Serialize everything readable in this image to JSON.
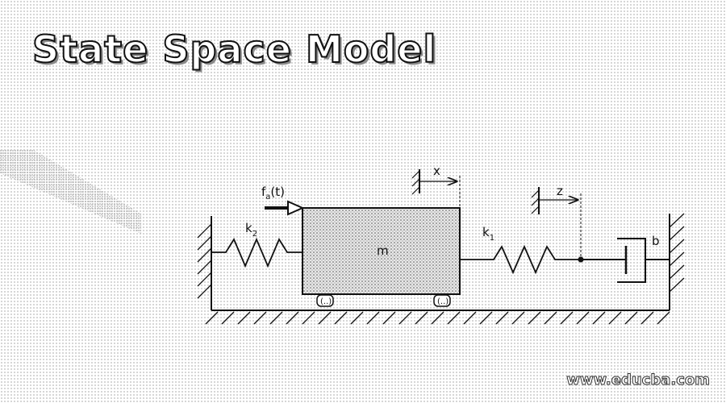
{
  "title": "State Space Model",
  "labels": {
    "force": "f",
    "force_sub": "a",
    "force_arg": "(t)",
    "spring_left": "k",
    "spring_left_sub": "2",
    "spring_right": "k",
    "spring_right_sub": "1",
    "mass": "m",
    "displacement_x": "x",
    "displacement_z": "z",
    "damper": "b"
  },
  "watermark": "www.educba.com",
  "colors": {
    "stroke": "#111111",
    "mass_fill": "#d8d8d8",
    "background": "#ffffff"
  }
}
